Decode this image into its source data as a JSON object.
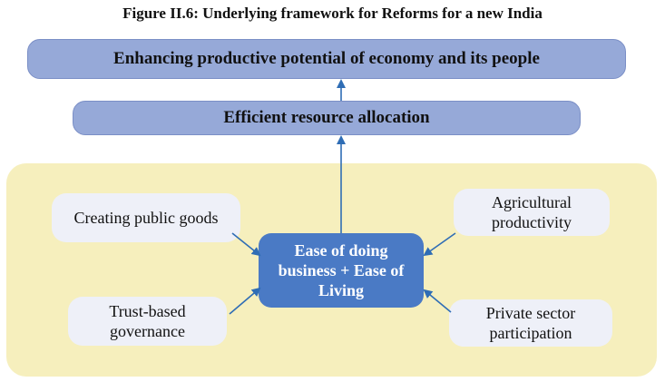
{
  "figure_title": "Figure II.6: Underlying framework for Reforms for a new India",
  "top_box": "Enhancing productive potential of economy and its people",
  "middle_box": "Efficient resource allocation",
  "center_box": "Ease of doing business + Ease of Living",
  "inputs": {
    "public_goods": "Creating public goods",
    "agricultural": "Agricultural productivity",
    "trust": "Trust-based governance",
    "private": "Private sector participation"
  },
  "colors": {
    "bar_fill": "#96a9d8",
    "panel_fill": "#f6efbd",
    "center_fill": "#4a7ac5",
    "node_fill": "#eef0f8",
    "arrow": "#2f6db5"
  }
}
